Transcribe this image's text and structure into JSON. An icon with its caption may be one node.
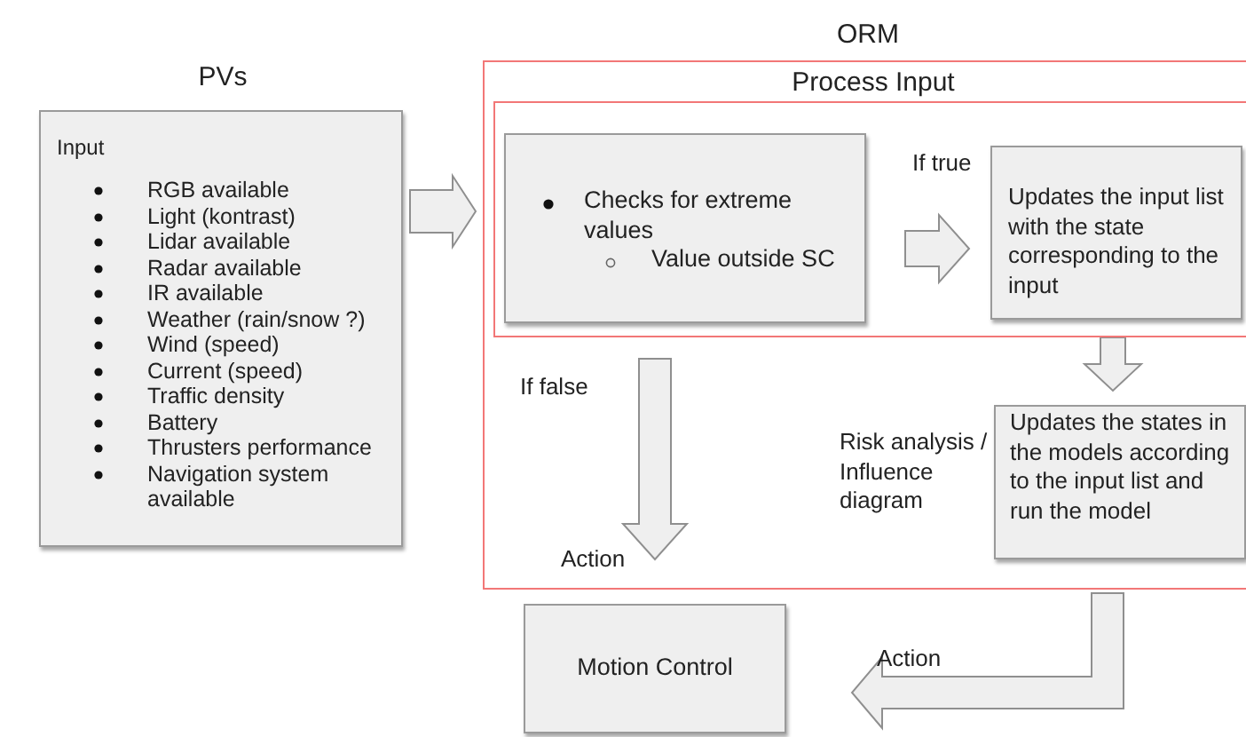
{
  "diagram": {
    "nodes": [
      {
        "text": [
          "ORM"
        ]
      },
      {
        "text": [
          "Process Input"
        ],
        "in": 0
      },
      {
        "text": [
          "PVs",
          "Input",
          "RGB available",
          "Light (kontrast)",
          "Lidar available",
          "Radar available",
          "IR available",
          "Weather (rain/snow ?)",
          "Wind (speed)",
          "Current (speed)",
          "Traffic density",
          "Battery",
          "Thrusters performance",
          "Navigation system available"
        ]
      },
      {
        "text": [
          "Checks for extreme values",
          "Value outside SC"
        ],
        "in": 1
      },
      {
        "text": [
          "Updates the input list with the state corresponding to the input"
        ],
        "in": 1
      },
      {
        "text": [
          "Updates the states in the models according to the input list and run the model"
        ],
        "in": 0,
        "beside": [
          "Risk analysis / Influence diagram"
        ]
      },
      {
        "text": [
          "Motion Control"
        ]
      }
    ],
    "edges": [
      {
        "from": 2,
        "to": 3,
        "arrow": "to"
      },
      {
        "from": 3,
        "to": 4,
        "arrow": "to",
        "label": "If true"
      },
      {
        "from": 4,
        "to": 5,
        "arrow": "to"
      },
      {
        "from": 3,
        "to": 6,
        "arrow": "to",
        "label": "If false"
      },
      {
        "from": 5,
        "to": 6,
        "arrow": "to",
        "label": "Action"
      }
    ],
    "labels": [
      "Action"
    ]
  }
}
